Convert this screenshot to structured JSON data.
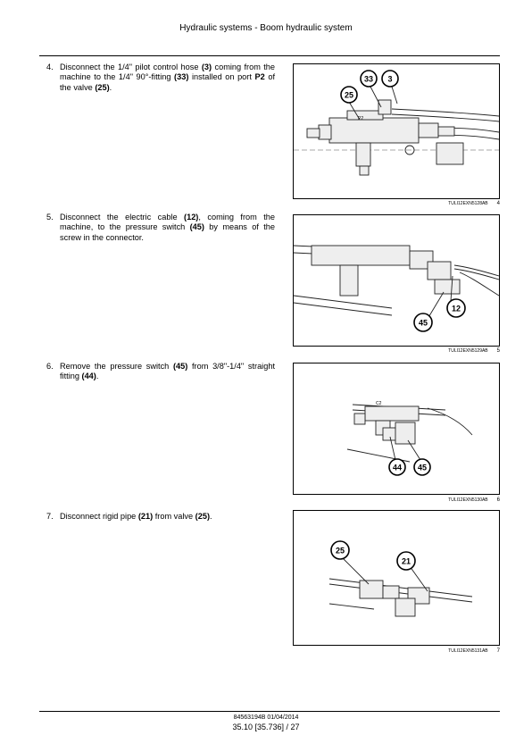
{
  "header": {
    "title": "Hydraulic systems - Boom hydraulic system"
  },
  "steps": [
    {
      "number": "4.",
      "parts": [
        {
          "t": "Disconnect the 1/4\" pilot control hose ",
          "b": false
        },
        {
          "t": "(3)",
          "b": true
        },
        {
          "t": " coming from the machine to the 1/4\" 90°-fitting ",
          "b": false
        },
        {
          "t": "(33)",
          "b": true
        },
        {
          "t": " installed on port ",
          "b": false
        },
        {
          "t": "P2",
          "b": true
        },
        {
          "t": " of the valve ",
          "b": false
        },
        {
          "t": "(25)",
          "b": true
        },
        {
          "t": ".",
          "b": false
        }
      ]
    },
    {
      "number": "5.",
      "parts": [
        {
          "t": "Disconnect the electric cable ",
          "b": false
        },
        {
          "t": "(12)",
          "b": true
        },
        {
          "t": ", coming from the machine, to the pressure switch ",
          "b": false
        },
        {
          "t": "(45)",
          "b": true
        },
        {
          "t": " by means of the screw in the connector.",
          "b": false
        }
      ]
    },
    {
      "number": "6.",
      "parts": [
        {
          "t": "Remove the pressure switch ",
          "b": false
        },
        {
          "t": "(45)",
          "b": true
        },
        {
          "t": " from 3/8\"-1/4\" straight fitting ",
          "b": false
        },
        {
          "t": "(44)",
          "b": true
        },
        {
          "t": ".",
          "b": false
        }
      ]
    },
    {
      "number": "7.",
      "parts": [
        {
          "t": "Disconnect rigid pipe ",
          "b": false
        },
        {
          "t": "(21)",
          "b": true
        },
        {
          "t": " from valve ",
          "b": false
        },
        {
          "t": "(25)",
          "b": true
        },
        {
          "t": ".",
          "b": false
        }
      ]
    }
  ],
  "figures": [
    {
      "code": "TULI12EXN5128AB",
      "number": "4",
      "callouts": [
        "25",
        "33",
        "3"
      ],
      "label": "P2"
    },
    {
      "code": "TULI12EXN5129AB",
      "number": "5",
      "callouts": [
        "45",
        "12"
      ]
    },
    {
      "code": "TULI12EXN5130AB",
      "number": "6",
      "callouts": [
        "44",
        "45"
      ],
      "label": "C2"
    },
    {
      "code": "TULI12EXN5131AB",
      "number": "7",
      "callouts": [
        "25",
        "21"
      ]
    }
  ],
  "footer": {
    "doc_ref": "84563194B 01/04/2014",
    "page_ref": "35.10 [35.736] / 27"
  }
}
